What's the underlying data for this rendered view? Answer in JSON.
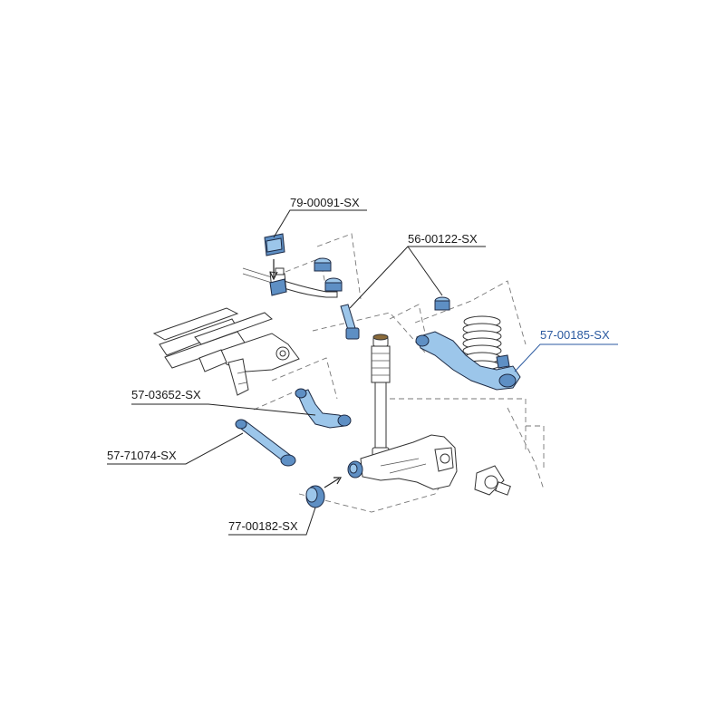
{
  "colors": {
    "highlight_part": "#9cc6ea",
    "highlight_part_dark": "#5e8fc4",
    "highlight_label": "#2b5aa0",
    "line": "#222222",
    "background": "#ffffff"
  },
  "labels": {
    "sway_bar_bushing": "79-00091-SX",
    "end_link_bushings": "56-00122-SX",
    "lower_control_arm": "57-00185-SX",
    "upper_camber_arm": "57-03652-SX",
    "toe_link": "57-71074-SX",
    "knuckle_bushing": "77-00182-SX"
  },
  "highlighted_label": "57-00185-SX"
}
